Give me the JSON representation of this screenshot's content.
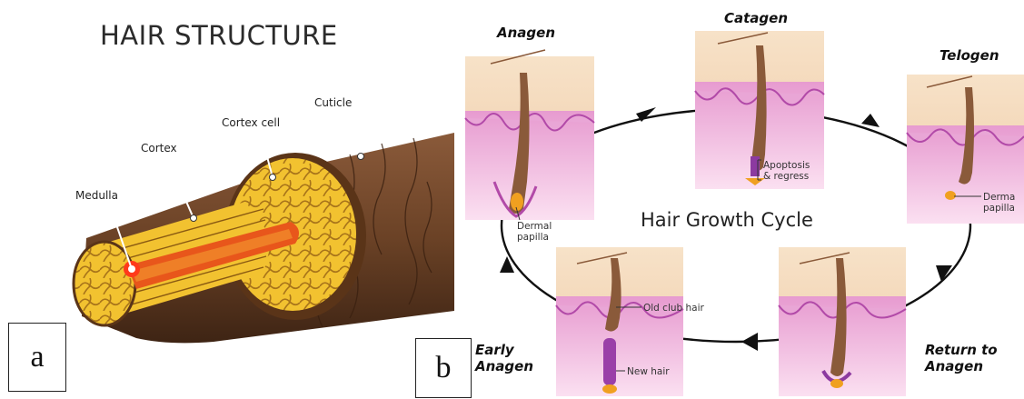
{
  "panel_a": {
    "title": "HAIR STRUCTURE",
    "labels": {
      "cuticle": "Cuticle",
      "cortex_cell": "Cortex cell",
      "cortex": "Cortex",
      "medulla": "Medulla"
    },
    "panel_letter": "a"
  },
  "panel_b": {
    "title": "Hair Growth Cycle",
    "stages": {
      "anagen": "Anagen",
      "catagen": "Catagen",
      "telogen": "Telogen",
      "return_to_anagen_line1": "Return to",
      "return_to_anagen_line2": "Anagen",
      "early_anagen_line1": "Early",
      "early_anagen_line2": "Anagen"
    },
    "annotations": {
      "dermal_papilla_line1": "Dermal",
      "dermal_papilla_line2": "papilla",
      "apoptosis_line1": "Apoptosis",
      "apoptosis_line2": "& regress",
      "telogen_dermal_line1": "Derma",
      "telogen_dermal_line2": "papilla",
      "old_club_hair": "Old club hair",
      "new_hair": "New hair"
    },
    "panel_letter": "b"
  },
  "colors": {
    "skin_top": "#f6dcc0",
    "dermis": "#f1b7dd",
    "dermis_line": "#b24aa8",
    "hair_shaft": "#7a4a2a",
    "cortex_yellow": "#f2c230",
    "medulla_orange": "#e8561b",
    "arrow": "#111111"
  }
}
